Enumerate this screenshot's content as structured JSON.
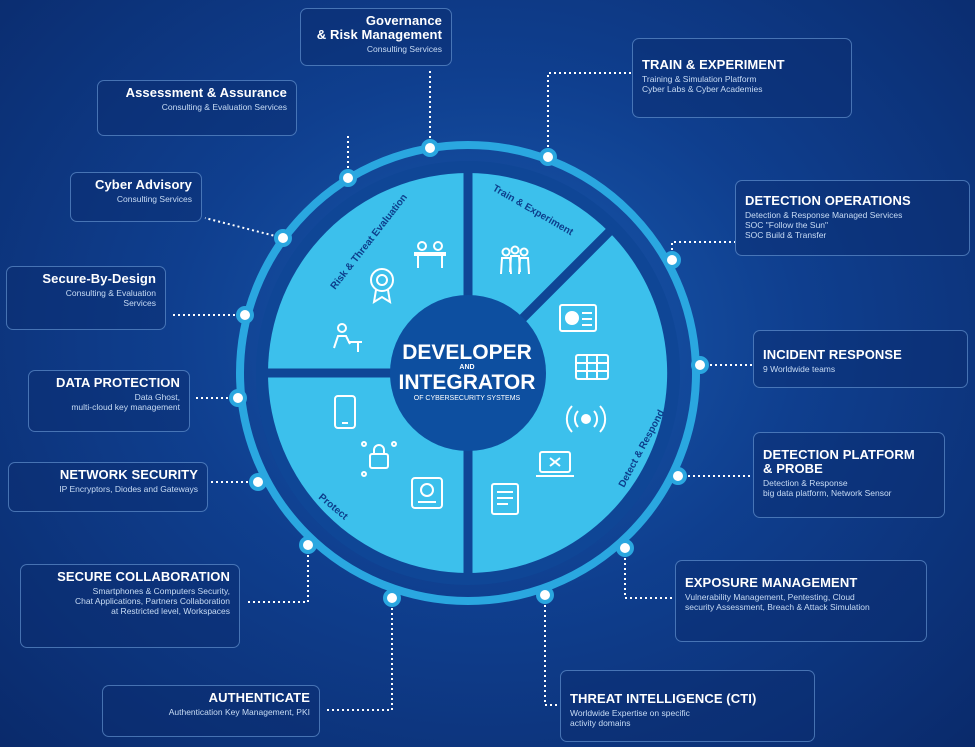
{
  "center": {
    "line1": "DEVELOPER",
    "line2": "AND",
    "line3": "INTEGRATOR",
    "line4": "OF CYBERSECURITY SYSTEMS"
  },
  "segments": {
    "risk": "Risk & Threat Evaluation",
    "train": "Train & Experiment",
    "detect": "Detect & Respond",
    "protect": "Protect"
  },
  "boxes": {
    "governance": {
      "title": "Governance\n& Risk Management",
      "sub": "Consulting Services"
    },
    "assessment": {
      "title": "Assessment & Assurance",
      "sub": "Consulting & Evaluation Services"
    },
    "advisory": {
      "title": "Cyber Advisory",
      "sub": "Consulting Services"
    },
    "secure_by_design": {
      "title": "Secure-By-Design",
      "sub": "Consulting & Evaluation\nServices"
    },
    "data_protection": {
      "title": "DATA PROTECTION",
      "sub": "Data Ghost,\nmulti-cloud key management"
    },
    "network_security": {
      "title": "NETWORK SECURITY",
      "sub": "IP Encryptors, Diodes and Gateways"
    },
    "secure_collab": {
      "title": "SECURE COLLABORATION",
      "sub": "Smartphones & Computers Security,\nChat Applications, Partners Collaboration\nat Restricted level, Workspaces"
    },
    "authenticate": {
      "title": "AUTHENTICATE",
      "sub": "Authentication Key Management, PKI"
    },
    "train": {
      "title": "TRAIN & EXPERIMENT",
      "sub": "Training & Simulation Platform\nCyber Labs & Cyber Academies"
    },
    "detection_ops": {
      "title": "DETECTION OPERATIONS",
      "sub": "Detection & Response Managed Services\nSOC \"Follow the Sun\"\nSOC Build & Transfer"
    },
    "incident": {
      "title": "INCIDENT RESPONSE",
      "sub": "9 Worldwide teams"
    },
    "detection_platform": {
      "title": "DETECTION PLATFORM\n& PROBE",
      "sub": "Detection & Response\nbig data platform, Network Sensor"
    },
    "exposure": {
      "title": "EXPOSURE MANAGEMENT",
      "sub": "Vulnerability Management, Pentesting, Cloud\nsecurity Assessment, Breach & Attack Simulation"
    },
    "cti": {
      "title": "THREAT INTELLIGENCE (CTI)",
      "sub": "Worldwide Expertise on specific\nactivity domains"
    }
  },
  "icons": [
    "meeting-icon",
    "award-badge-icon",
    "person-at-desk-icon",
    "team-icon",
    "dashboard-chart-icon",
    "monitor-grid-icon",
    "wireless-signal-icon",
    "laptop-alert-icon",
    "report-document-icon",
    "smartphone-icon",
    "network-lock-icon",
    "mobile-hand-icon"
  ],
  "colors": {
    "background": "#0f3f8f",
    "ring": "#2aa7e0",
    "segment": "#3cc0ec",
    "core": "#0d4fa0",
    "node": "#2aa7e0"
  }
}
